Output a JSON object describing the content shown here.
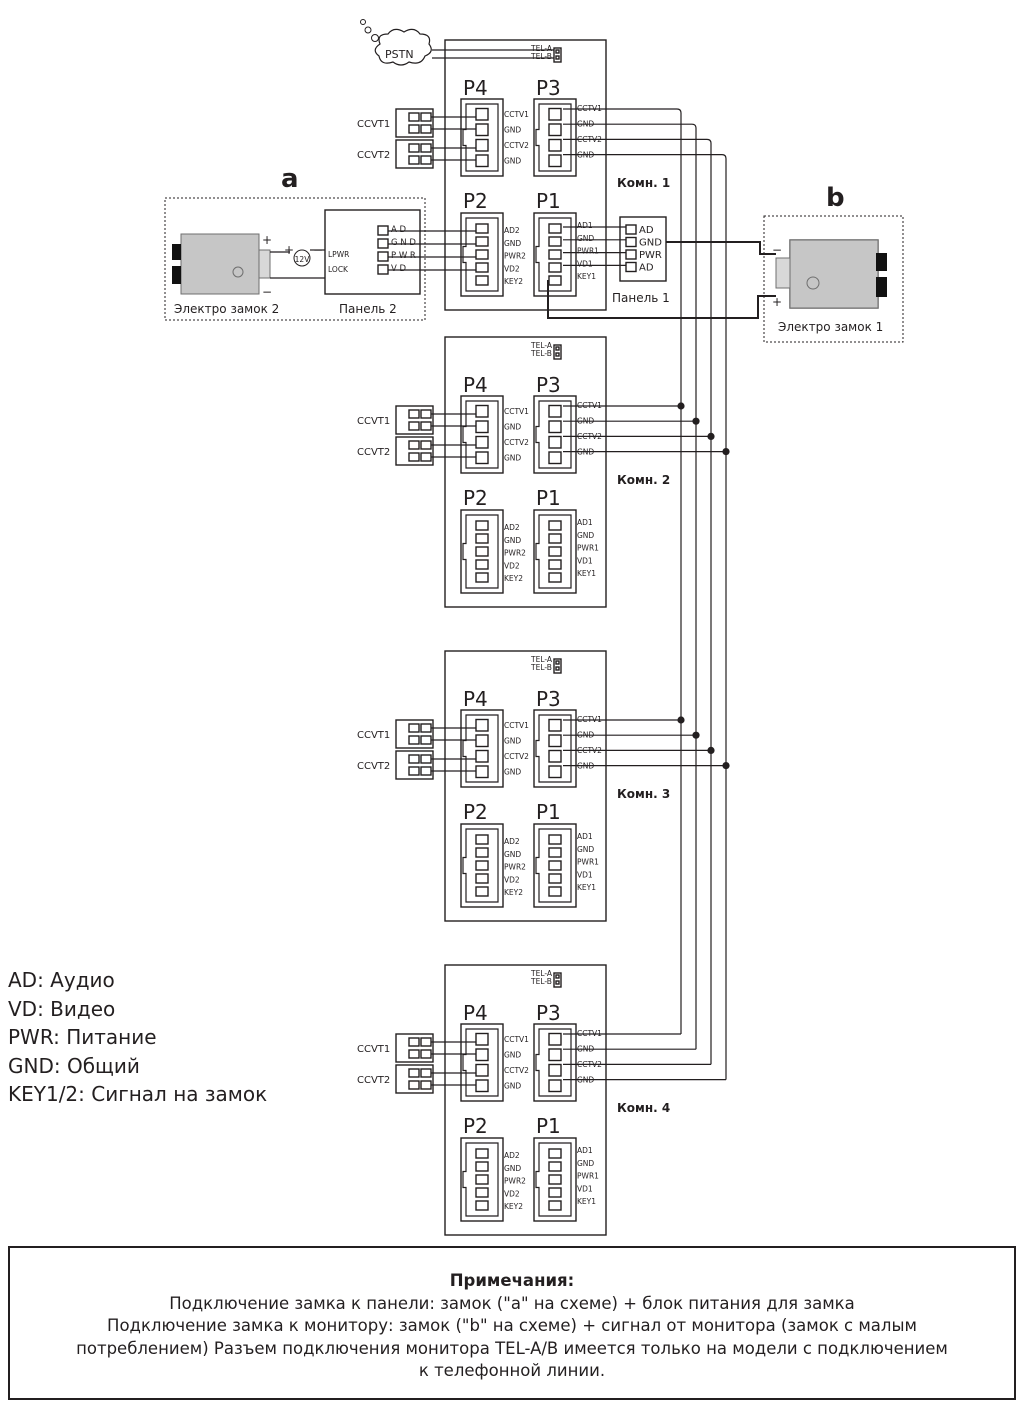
{
  "diagram": {
    "labels": {
      "a": "a",
      "b": "b",
      "pstn": "PSTN",
      "tel_a": "TEL-A",
      "tel_b": "TEL-B",
      "p1": "P1",
      "p2": "P2",
      "p3": "P3",
      "p4": "P4",
      "ccvt1": "CCVT1",
      "ccvt2": "CCVT2",
      "panel1": "Панель 1",
      "panel2": "Панель 2",
      "lock1": "Электро замок 1",
      "lock2": "Электро замок 2",
      "voltage": "12V",
      "lpwr": "LPWR",
      "lock": "LOCK",
      "plus": "+",
      "minus": "−"
    },
    "p3_pins": [
      "CCTV1",
      "GND",
      "CCTV2",
      "GND"
    ],
    "p4_pins": [
      "CCTV1",
      "GND",
      "CCTV2",
      "GND"
    ],
    "p1_pins": [
      "AD1",
      "GND",
      "PWR1",
      "VD1",
      "KEY1"
    ],
    "p2_pins": [
      "AD2",
      "GND",
      "PWR2",
      "VD2",
      "KEY2"
    ],
    "panel1_pins": [
      "AD",
      "GND",
      "PWR",
      "AD"
    ],
    "panel2_pins": [
      "A D",
      "G N D",
      "P W R",
      "V  D"
    ],
    "monitors": [
      "Комн. 1",
      "Комн. 2",
      "Комн. 3",
      "Комн. 4"
    ]
  },
  "legend": [
    "AD: Аудио",
    "VD: Видео",
    "PWR: Питание",
    "GND: Общий",
    "KEY1/2: Сигнал на замок"
  ],
  "notes": {
    "title": "Примечания:",
    "lines": [
      "Подключение замка к панели: замок (\"a\" на схеме) + блок питания для замка",
      "Подключение замка к монитору: замок (\"b\" на схеме) + сигнал от монитора (замок с малым",
      "потреблением) Разъем подключения монитора TEL-A/B имеется только на модели с подключением",
      "к телефонной линии."
    ]
  }
}
